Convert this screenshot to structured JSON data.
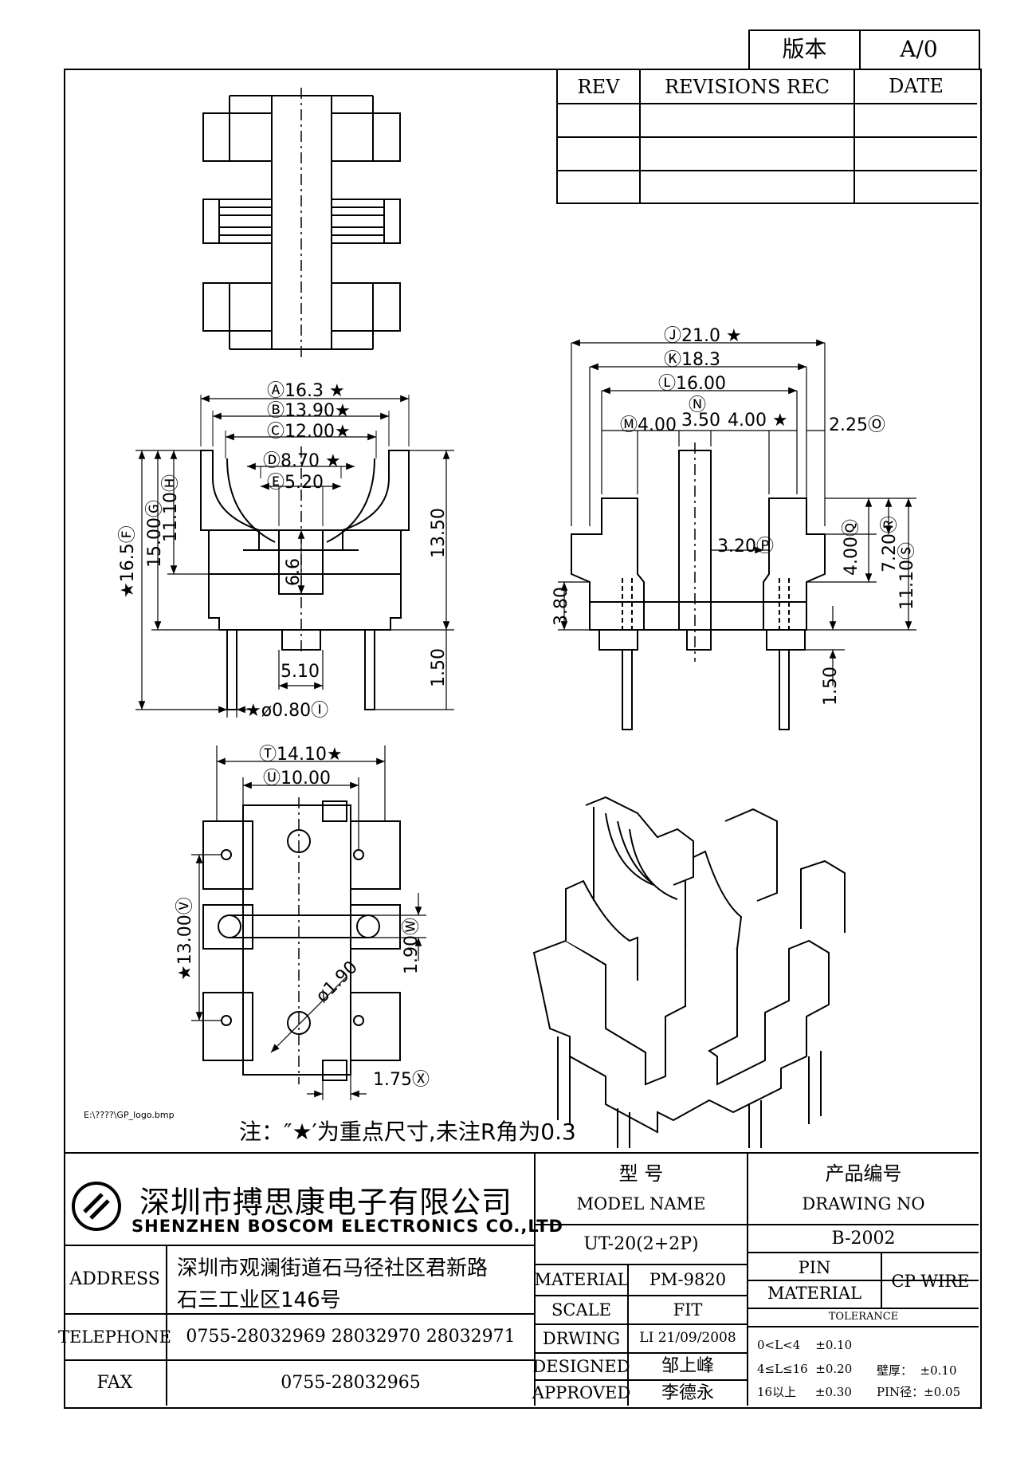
{
  "version_box": {
    "label": "版本",
    "value": "A/0"
  },
  "revisions": {
    "headers": [
      "REV",
      "REVISIONS REC",
      "DATE"
    ],
    "rows": [
      [
        "",
        "",
        ""
      ],
      [
        "",
        "",
        ""
      ],
      [
        "",
        "",
        ""
      ]
    ]
  },
  "views": {
    "front": {
      "A": "16.3 ★",
      "B": "13.90★",
      "C": "12.00★",
      "D": "8.70 ★",
      "E": "5.20",
      "F": "★16.5",
      "G": "15.00",
      "H": "11.10",
      "height_right": "13.50",
      "slot_depth": "6.6",
      "pin_length": "1.50",
      "pin_pitch": "5.10",
      "I": "★ø0.80"
    },
    "side": {
      "J": "21.0 ★",
      "K": "18.3",
      "L": "16.00",
      "M": "4.00",
      "N": "3.50",
      "M2": "4.00 ★",
      "O": "2.25",
      "P": "3.20",
      "Q": "4.00",
      "R": "7.20",
      "S": "11.10",
      "base_height": "3.80",
      "pin_length": "1.50"
    },
    "bottom": {
      "T": "14.10★",
      "U": "10.00",
      "V": "★13.00",
      "W": "1.90",
      "hole": "ø1.90",
      "X": "1.75"
    },
    "logo_path": "E:\\????\\GP_logo.bmp",
    "note": "注：″★′为重点尺寸,未注R角为0.3"
  },
  "title_block": {
    "company_cn": "深圳市搏思康电子有限公司",
    "company_en": "SHENZHEN BOSCOM ELECTRONICS CO.,LTD",
    "address_label": "ADDRESS",
    "address_line1": "深圳市观澜街道石马径社区君新路",
    "address_line2": "石三工业区146号",
    "telephone_label": "TELEPHONE",
    "telephone": "0755-28032969 28032970 28032971",
    "fax_label": "FAX",
    "fax": "0755-28032965",
    "model_label_cn": "型    号",
    "model_label_en": "MODEL NAME",
    "model_value": "UT-20(2+2P)",
    "drawing_label_cn": "产品编号",
    "drawing_label_en": "DRAWING NO",
    "drawing_value": "B-2002",
    "material_label": "MATERIAL",
    "material_value": "PM-9820",
    "scale_label": "SCALE",
    "scale_value": "FIT",
    "drwing_label": "DRWING",
    "drwing_value": "LI 21/09/2008",
    "designed_label": "DESIGNED",
    "designed_value": "邹上峰",
    "approved_label": "APPROVED",
    "approved_value": "李德永",
    "pin_material_label_1": "PIN",
    "pin_material_label_2": "MATERIAL",
    "pin_material_value": "CP WIRE",
    "tolerance_label": "TOLERANCE",
    "tol_1": "0<L<4    ±0.10",
    "tol_2": "4≤L≤16  ±0.20",
    "tol_3": "16以上     ±0.30",
    "tol_wall": "壁厚：  ±0.10",
    "tol_pin": "PIN径：±0.05"
  }
}
